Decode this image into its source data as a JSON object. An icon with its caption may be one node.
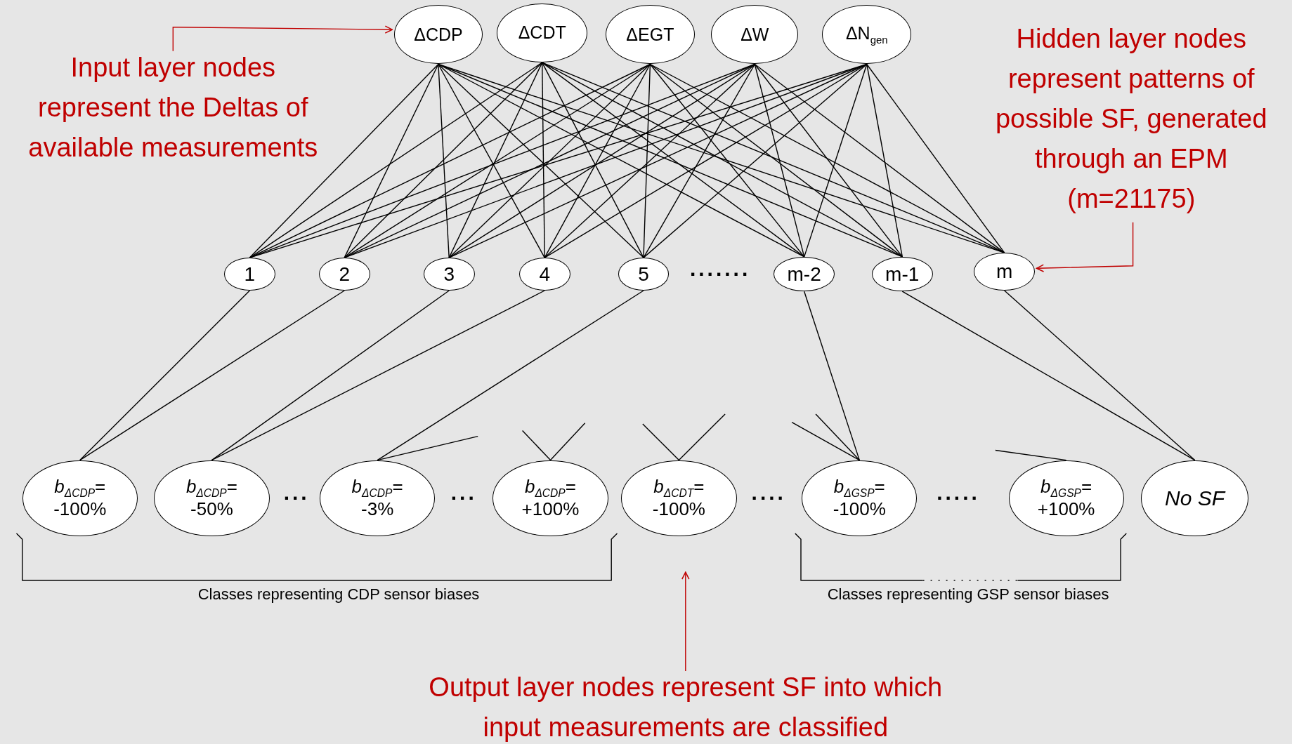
{
  "diagram": {
    "nodes": [
      {
        "text": [
          "ΔCDP"
        ]
      },
      {
        "text": [
          "ΔCDT"
        ]
      },
      {
        "text": [
          "ΔEGT"
        ]
      },
      {
        "text": [
          "ΔW"
        ]
      },
      {
        "text": [
          "ΔN$_{gen}$"
        ]
      },
      {
        "text": [
          "Input layer nodes represent the Deltas of available measurements"
        ]
      },
      {
        "text": [
          "Hidden layer nodes represent patterns of possible SF, generated through an EPM (m=21175)"
        ]
      },
      {
        "text": [
          "1"
        ]
      },
      {
        "text": [
          "2"
        ]
      },
      {
        "text": [
          "3"
        ]
      },
      {
        "text": [
          "4"
        ]
      },
      {
        "text": [
          "5"
        ]
      },
      {
        "text": [
          "m-2"
        ]
      },
      {
        "text": [
          "m-1"
        ]
      },
      {
        "text": [
          "m"
        ]
      },
      {
        "text": [
          "*b*$_{ΔCDP}$= -100%"
        ]
      },
      {
        "text": [
          "*b*$_{ΔCDP}$= -50%"
        ]
      },
      {
        "text": [
          "*b*$_{ΔCDP}$= -3%"
        ]
      },
      {
        "text": [
          "*b*$_{ΔCDP}$= +100%"
        ]
      },
      {
        "text": [
          "*b*$_{ΔCDT}$= -100%"
        ]
      },
      {
        "text": [
          "*b*$_{ΔGSP}$= -100%"
        ]
      },
      {
        "text": [
          "*b*$_{ΔGSP}$= +100%"
        ]
      },
      {
        "text": [
          "No SF"
        ]
      },
      {
        "text": [
          "Output layer nodes represent SF into which input measurements are classified"
        ]
      }
    ],
    "edges": [
      {
        "from": 0,
        "to": 7,
        "arrow": "none"
      },
      {
        "from": 0,
        "to": 8,
        "arrow": "none"
      },
      {
        "from": 0,
        "to": 9,
        "arrow": "none"
      },
      {
        "from": 0,
        "to": 10,
        "arrow": "none"
      },
      {
        "from": 0,
        "to": 11,
        "arrow": "none"
      },
      {
        "from": 0,
        "to": 12,
        "arrow": "none"
      },
      {
        "from": 0,
        "to": 13,
        "arrow": "none"
      },
      {
        "from": 0,
        "to": 14,
        "arrow": "none"
      },
      {
        "from": 1,
        "to": 7,
        "arrow": "none"
      },
      {
        "from": 1,
        "to": 8,
        "arrow": "none"
      },
      {
        "from": 1,
        "to": 9,
        "arrow": "none"
      },
      {
        "from": 1,
        "to": 10,
        "arrow": "none"
      },
      {
        "from": 1,
        "to": 11,
        "arrow": "none"
      },
      {
        "from": 1,
        "to": 12,
        "arrow": "none"
      },
      {
        "from": 1,
        "to": 13,
        "arrow": "none"
      },
      {
        "from": 1,
        "to": 14,
        "arrow": "none"
      },
      {
        "from": 2,
        "to": 7,
        "arrow": "none"
      },
      {
        "from": 2,
        "to": 8,
        "arrow": "none"
      },
      {
        "from": 2,
        "to": 9,
        "arrow": "none"
      },
      {
        "from": 2,
        "to": 10,
        "arrow": "none"
      },
      {
        "from": 2,
        "to": 11,
        "arrow": "none"
      },
      {
        "from": 2,
        "to": 12,
        "arrow": "none"
      },
      {
        "from": 2,
        "to": 13,
        "arrow": "none"
      },
      {
        "from": 2,
        "to": 14,
        "arrow": "none"
      },
      {
        "from": 3,
        "to": 7,
        "arrow": "none"
      },
      {
        "from": 3,
        "to": 8,
        "arrow": "none"
      },
      {
        "from": 3,
        "to": 9,
        "arrow": "none"
      },
      {
        "from": 3,
        "to": 10,
        "arrow": "none"
      },
      {
        "from": 3,
        "to": 11,
        "arrow": "none"
      },
      {
        "from": 3,
        "to": 12,
        "arrow": "none"
      },
      {
        "from": 3,
        "to": 13,
        "arrow": "none"
      },
      {
        "from": 3,
        "to": 14,
        "arrow": "none"
      },
      {
        "from": 4,
        "to": 7,
        "arrow": "none"
      },
      {
        "from": 4,
        "to": 8,
        "arrow": "none"
      },
      {
        "from": 4,
        "to": 9,
        "arrow": "none"
      },
      {
        "from": 4,
        "to": 10,
        "arrow": "none"
      },
      {
        "from": 4,
        "to": 11,
        "arrow": "none"
      },
      {
        "from": 4,
        "to": 12,
        "arrow": "none"
      },
      {
        "from": 4,
        "to": 13,
        "arrow": "none"
      },
      {
        "from": 4,
        "to": 14,
        "arrow": "none"
      },
      {
        "from": 7,
        "to": 15,
        "arrow": "none"
      },
      {
        "from": 8,
        "to": 15,
        "arrow": "none"
      },
      {
        "from": 9,
        "to": 16,
        "arrow": "none"
      },
      {
        "from": 10,
        "to": 16,
        "arrow": "none"
      },
      {
        "from": 11,
        "to": 17,
        "arrow": "none"
      },
      {
        "from": 12,
        "to": 20,
        "arrow": "none"
      },
      {
        "from": 13,
        "to": 22,
        "arrow": "none"
      },
      {
        "from": 14,
        "to": 22,
        "arrow": "none"
      },
      {
        "from": null,
        "to": 17,
        "arrow": "none"
      },
      {
        "from": null,
        "to": 18,
        "arrow": "none"
      },
      {
        "from": null,
        "to": 18,
        "arrow": "none"
      },
      {
        "from": null,
        "to": 19,
        "arrow": "none"
      },
      {
        "from": null,
        "to": 19,
        "arrow": "none"
      },
      {
        "from": null,
        "to": 20,
        "arrow": "none"
      },
      {
        "from": null,
        "to": 20,
        "arrow": "none"
      },
      {
        "from": null,
        "to": 21,
        "arrow": "none"
      },
      {
        "from": 5,
        "to": 0,
        "arrow": "to",
        "color": "#c00000"
      },
      {
        "from": 6,
        "to": 14,
        "arrow": "to",
        "color": "#c00000"
      },
      {
        "from": 23,
        "to": null,
        "arrow": "to",
        "color": "#c00000"
      }
    ],
    "labels": [
      ".......",
      "...",
      "...",
      "....",
      ".....",
      "Classes representing CDP sensor biases",
      "Classes representing GSP sensor biases"
    ]
  }
}
